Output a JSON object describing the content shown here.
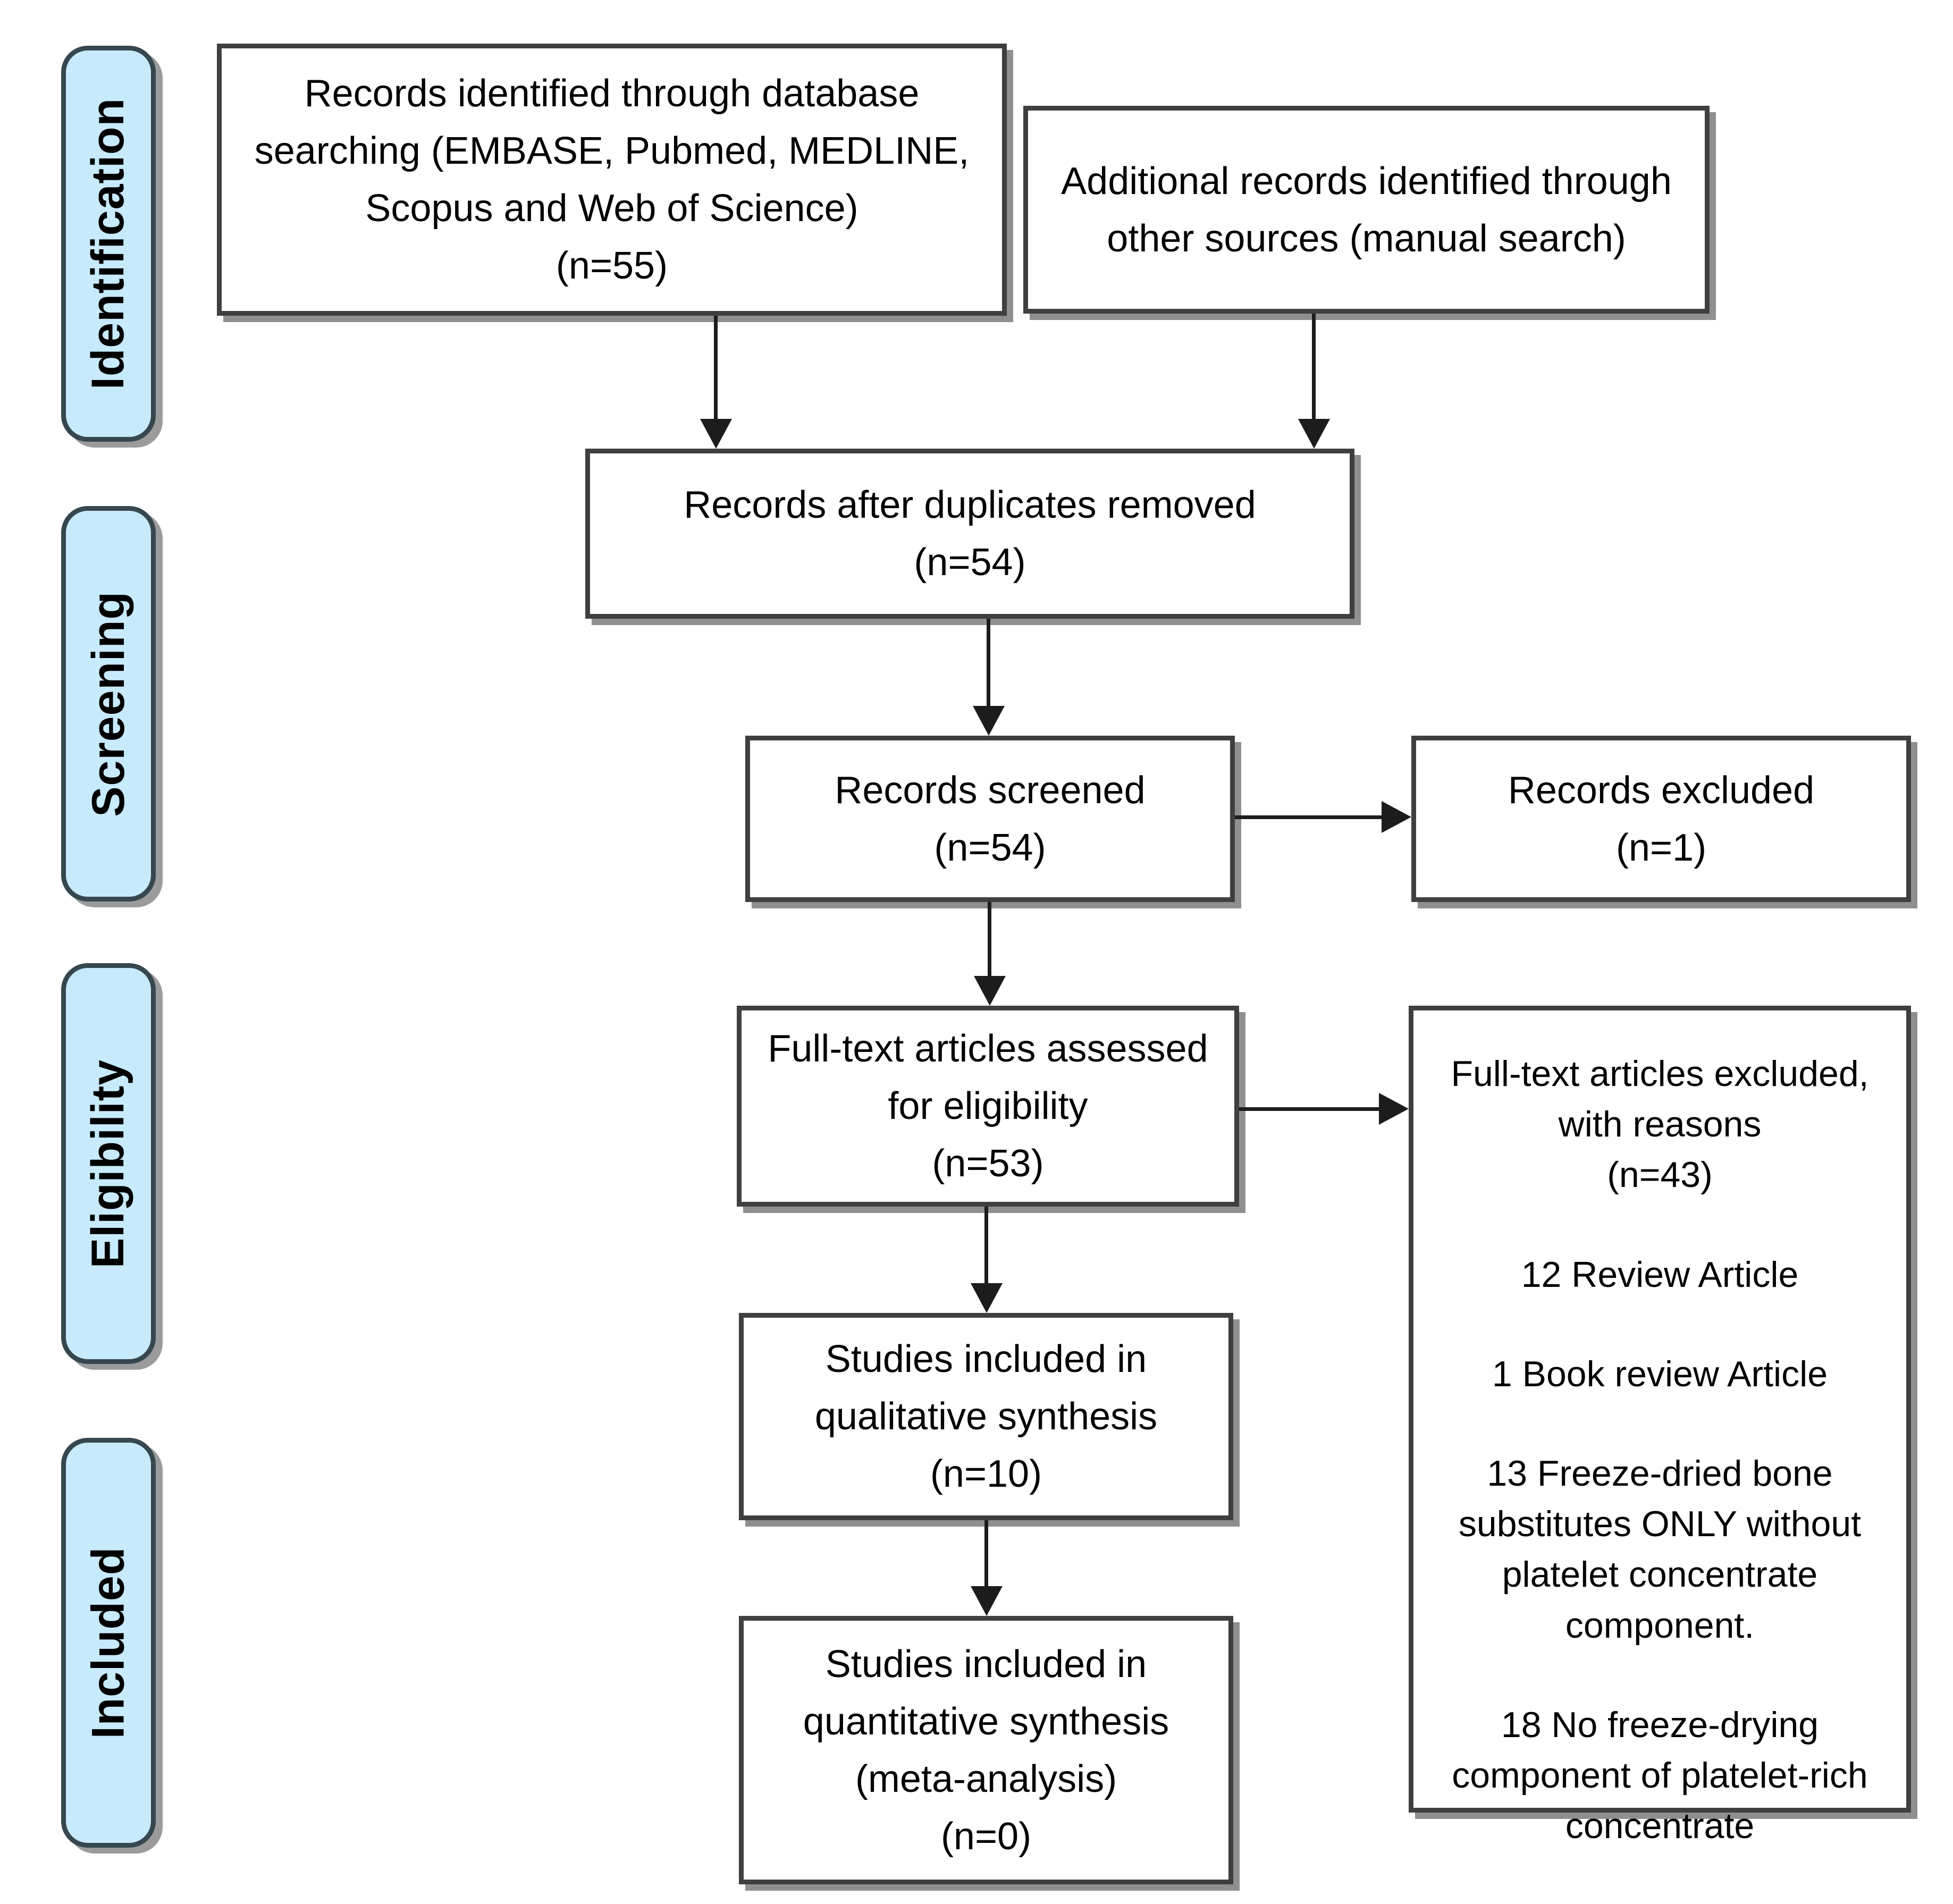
{
  "diagram": {
    "type": "prisma-flow-diagram",
    "colors": {
      "phase_fill": "#c7eafc",
      "phase_border": "#36474f",
      "box_fill": "#ffffff",
      "box_border": "#3f3f3f",
      "shadow": "#8f8f8f",
      "line": "#1c1c1c",
      "text": "#000000"
    },
    "phases": [
      {
        "label": "Identification"
      },
      {
        "label": "Screening"
      },
      {
        "label": "Eligibility"
      },
      {
        "label": "Included"
      }
    ],
    "boxes": {
      "records_identified": {
        "text": "Records identified through database searching (EMBASE, Pubmed, MEDLINE, Scopus and Web of Science)",
        "count": "(n=55)"
      },
      "additional_records": {
        "text": "Additional records identified through other sources (manual search)"
      },
      "duplicates_removed": {
        "text": "Records after duplicates removed",
        "count": "(n=54)"
      },
      "records_screened": {
        "text": "Records screened",
        "count": "(n=54)"
      },
      "records_excluded": {
        "text": "Records excluded",
        "count": "(n=1)"
      },
      "fulltext_assessed": {
        "text": "Full-text articles assessed for eligibility",
        "count": "(n=53)"
      },
      "fulltext_excluded": {
        "title": "Full-text articles excluded, with reasons",
        "count": "(n=43)",
        "reasons": [
          "12 Review Article",
          "1 Book review Article",
          "13 Freeze-dried bone substitutes ONLY without platelet concentrate component.",
          "18 No freeze-drying component of platelet-rich concentrate"
        ]
      },
      "qualitative": {
        "text": "Studies included in qualitative synthesis",
        "count": "(n=10)"
      },
      "quantitative": {
        "text": "Studies included in quantitative synthesis (meta-analysis)",
        "count": "(n=0)"
      }
    }
  }
}
